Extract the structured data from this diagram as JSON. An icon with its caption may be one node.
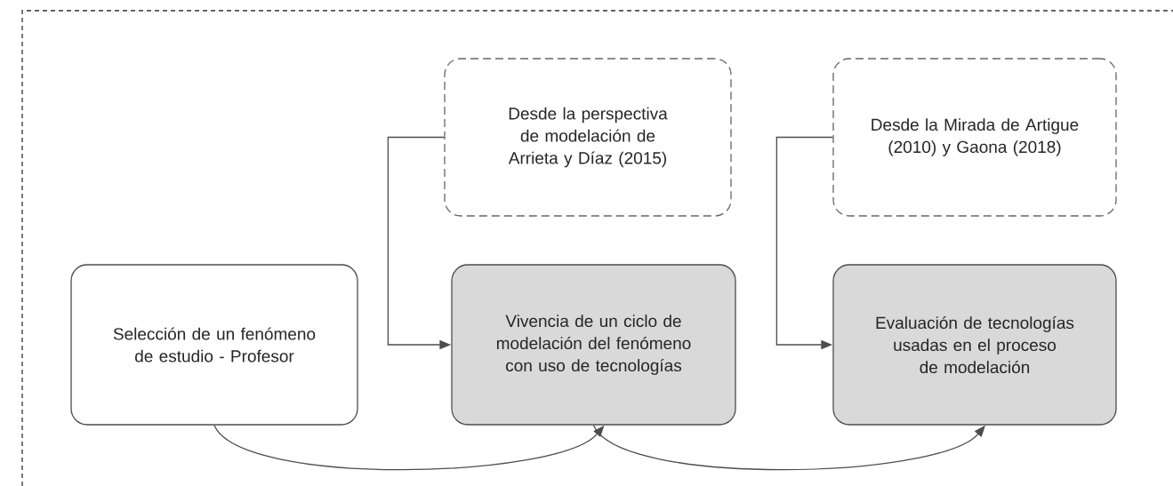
{
  "diagram": {
    "nodes": [
      {
        "text": [
          "Desde la perspectiva de modelación de Arrieta y Díaz (2015)"
        ]
      },
      {
        "text": [
          "Desde la Mirada de Artigue (2010) y Gaona (2018)"
        ]
      },
      {
        "text": [
          "Selección de un fenómeno de estudio - Profesor"
        ]
      },
      {
        "text": [
          "Vivencia de un ciclo de modelación del fenómeno con uso de tecnologías"
        ]
      },
      {
        "text": [
          "Evaluación de tecnologías usadas en el proceso de modelación"
        ]
      }
    ],
    "edges": [
      {
        "from": 0,
        "to": 3,
        "arrow": "to"
      },
      {
        "from": 1,
        "to": 4,
        "arrow": "to"
      },
      {
        "from": 2,
        "to": 3,
        "arrow": "to"
      },
      {
        "from": 3,
        "to": 4,
        "arrow": "to"
      }
    ]
  }
}
